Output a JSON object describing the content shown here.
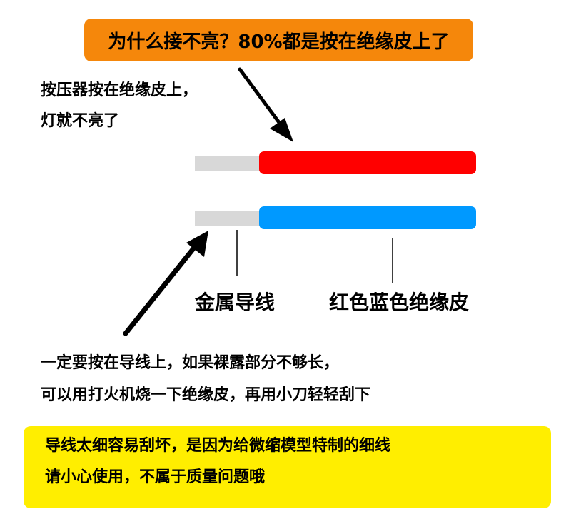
{
  "banner": {
    "text": "为什么接不亮？80%都是按在绝缘皮上了",
    "bg_color": "#F5870B"
  },
  "warning_note": {
    "line1": "按压器按在绝缘皮上，",
    "line2": "灯就不亮了"
  },
  "wires": {
    "conductor_color": "#D8D8D8",
    "red_insulation_color": "#FF0000",
    "blue_insulation_color": "#0099FF"
  },
  "labels": {
    "conductor": "金属导线",
    "insulation": "红色蓝色绝缘皮"
  },
  "instruction_note": {
    "line1": "一定要按在导线上，如果裸露部分不够长，",
    "line2": "可以用打火机烧一下绝缘皮，再用小刀轻轻刮下"
  },
  "footer": {
    "line1": "导线太细容易刮坏，是因为给微缩模型特制的细线",
    "line2": "请小心使用，不属于质量问题哦",
    "bg_color": "#FFEE00"
  }
}
